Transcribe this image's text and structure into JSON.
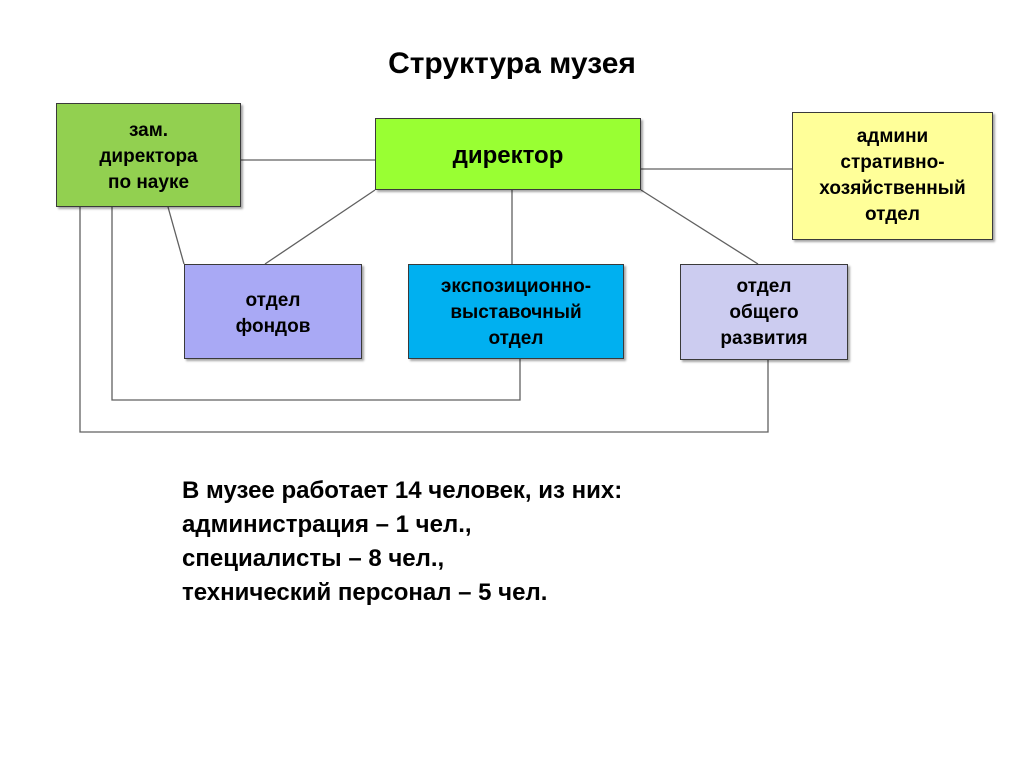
{
  "title": "Структура музея",
  "colors": {
    "zam": "#92d050",
    "director": "#99ff33",
    "admin": "#ffff99",
    "fond": "#a9a9f5",
    "expo": "#00b0f0",
    "general": "#ccccf0",
    "connector": "#606060"
  },
  "boxes": {
    "zam": "зам.\nдиректора\nпо науке",
    "director": "директор",
    "admin": "админи\nстративно-\nхозяйственный\nотдел",
    "fond": "отдел\nфондов",
    "expo": "экспозиционно-\nвыставочный\nотдел",
    "general": "отдел\nобщего\nразвития"
  },
  "summary": {
    "line1": "В музее работает 14 человек, из них:",
    "line2": "администрация – 1 чел.,",
    "line3": "специалисты – 8 чел.,",
    "line4": "технический персонал – 5 чел."
  }
}
